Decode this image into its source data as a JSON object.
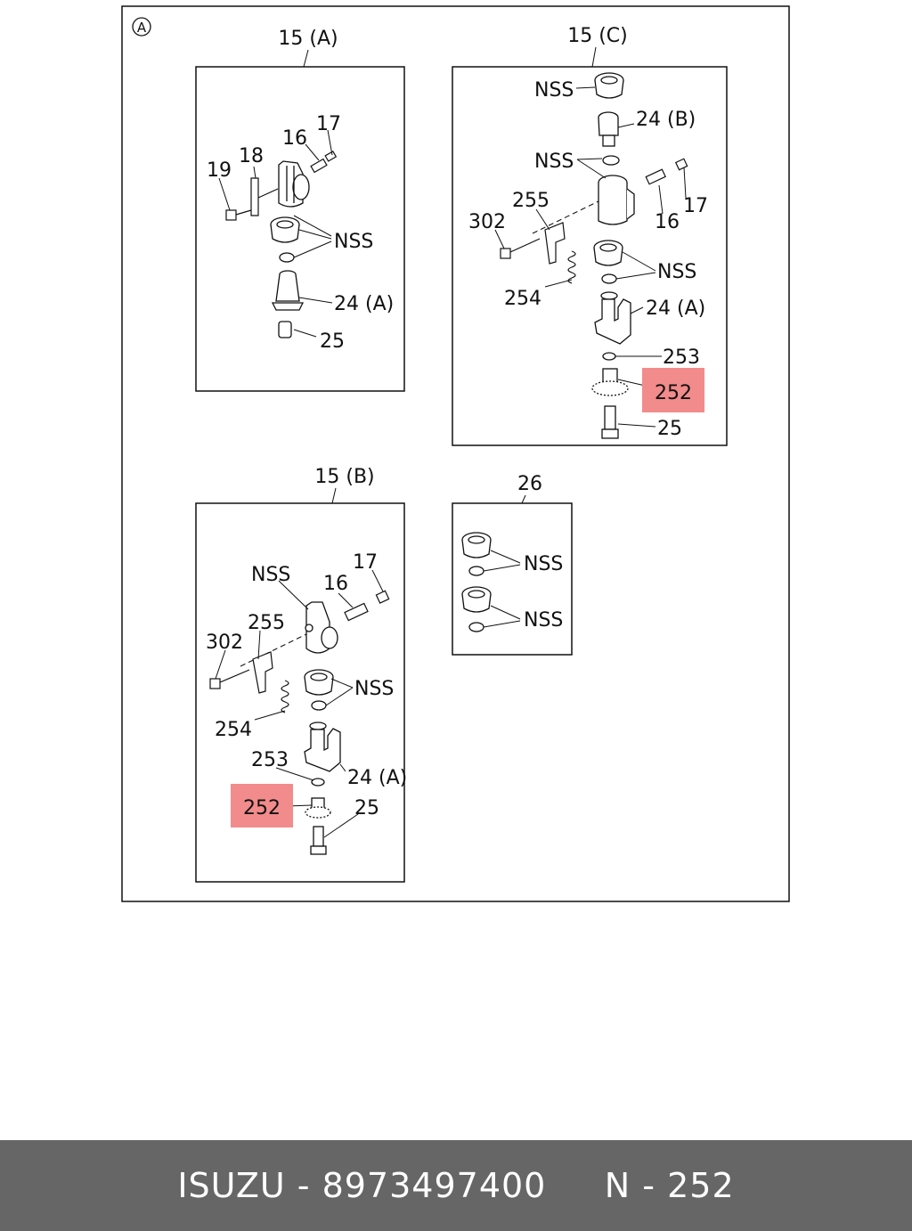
{
  "diagram": {
    "section_marker": "A",
    "panels": {
      "a": {
        "title": "15 (A)",
        "labels": {
          "l17": "17",
          "l16": "16",
          "l18": "18",
          "l19": "19",
          "nss": "NSS",
          "l24a": "24 (A)",
          "l25": "25"
        }
      },
      "c": {
        "title": "15 (C)",
        "labels": {
          "nss1": "NSS",
          "l24b": "24 (B)",
          "nss2": "NSS",
          "l255": "255",
          "l302": "302",
          "l16": "16",
          "l17": "17",
          "nss3": "NSS",
          "l254": "254",
          "l24a": "24 (A)",
          "l253": "253",
          "l252": "252",
          "l25": "25"
        }
      },
      "b": {
        "title": "15 (B)",
        "labels": {
          "l17": "17",
          "nss1": "NSS",
          "l16": "16",
          "l255": "255",
          "l302": "302",
          "nss2": "NSS",
          "l254": "254",
          "l253": "253",
          "l24a": "24 (A)",
          "l252": "252",
          "l25": "25"
        }
      },
      "d": {
        "title": "26",
        "labels": {
          "nss1": "NSS",
          "nss2": "NSS"
        }
      }
    },
    "highlight_color": "#f28b8b"
  },
  "footer": {
    "brand": "ISUZU",
    "sep1": "-",
    "part_number": "8973497400",
    "prefix": "N",
    "sep2": "-",
    "ref": "252",
    "background": "#666666"
  }
}
